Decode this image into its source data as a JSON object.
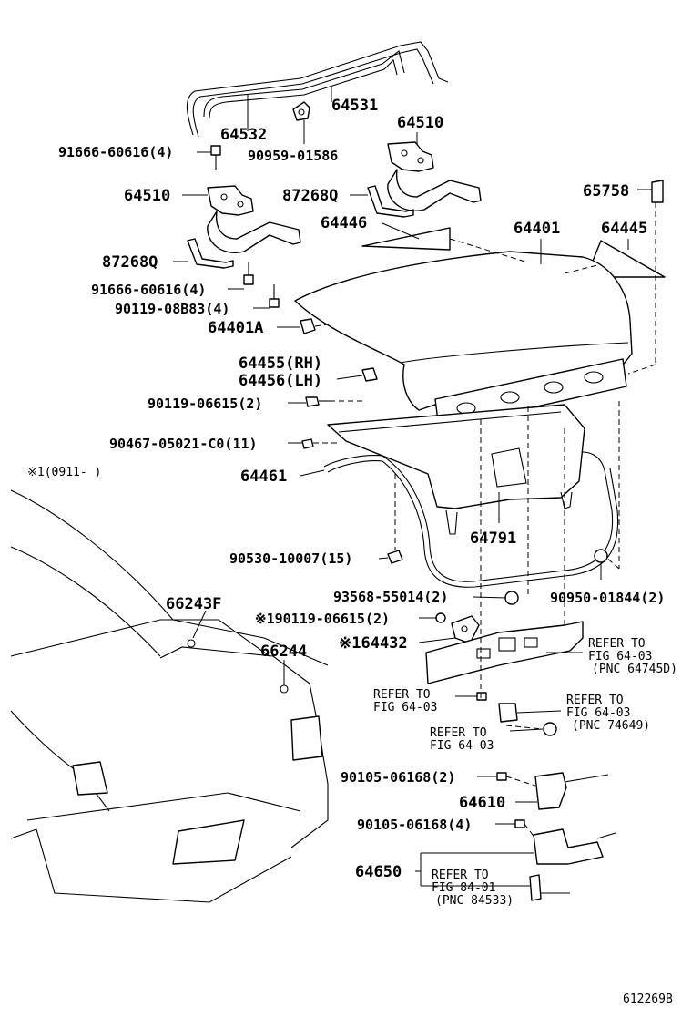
{
  "diagram_id": "612269B",
  "note": "※1(0911-      )",
  "labels": {
    "p64531": "64531",
    "p64532": "64532",
    "p64510a": "64510",
    "p64510b": "64510",
    "p91666a": "91666-60616(4)",
    "p90959": "90959-01586",
    "p87268a": "87268Q",
    "p87268b": "87268Q",
    "p65758": "65758",
    "p64446": "64446",
    "p64401": "64401",
    "p64445": "64445",
    "p91666b": "91666-60616(4)",
    "p90119a": "90119-08B83(4)",
    "p64401a": "64401A",
    "p64455": "64455(RH)",
    "p64456": "64456(LH)",
    "p90119b": "90119-06615(2)",
    "p90467": "90467-05021-C0(11)",
    "p64461": "64461",
    "p64791": "64791",
    "p90530": "90530-10007(15)",
    "p66243": "66243F",
    "p93568": "93568-55014(2)",
    "p90950": "90950-01844(2)",
    "p90119c": "※190119-06615(2)",
    "p64432": "※164432",
    "p66244": "66244",
    "p90105a": "90105-06168(2)",
    "p64610": "64610",
    "p90105b": "90105-06168(4)",
    "p64650": "64650"
  },
  "refs": {
    "r1a": "REFER TO",
    "r1b": "FIG 64-03",
    "r1c": "(PNC 64745D)",
    "r2a": "REFER TO",
    "r2b": "FIG 64-03",
    "r3a": "REFER TO",
    "r3b": "FIG 64-03",
    "r3c": "(PNC 74649)",
    "r4a": "REFER TO",
    "r4b": "FIG 64-03",
    "r5a": "REFER TO",
    "r5b": "FIG 84-01",
    "r5c": "(PNC 84533)"
  }
}
